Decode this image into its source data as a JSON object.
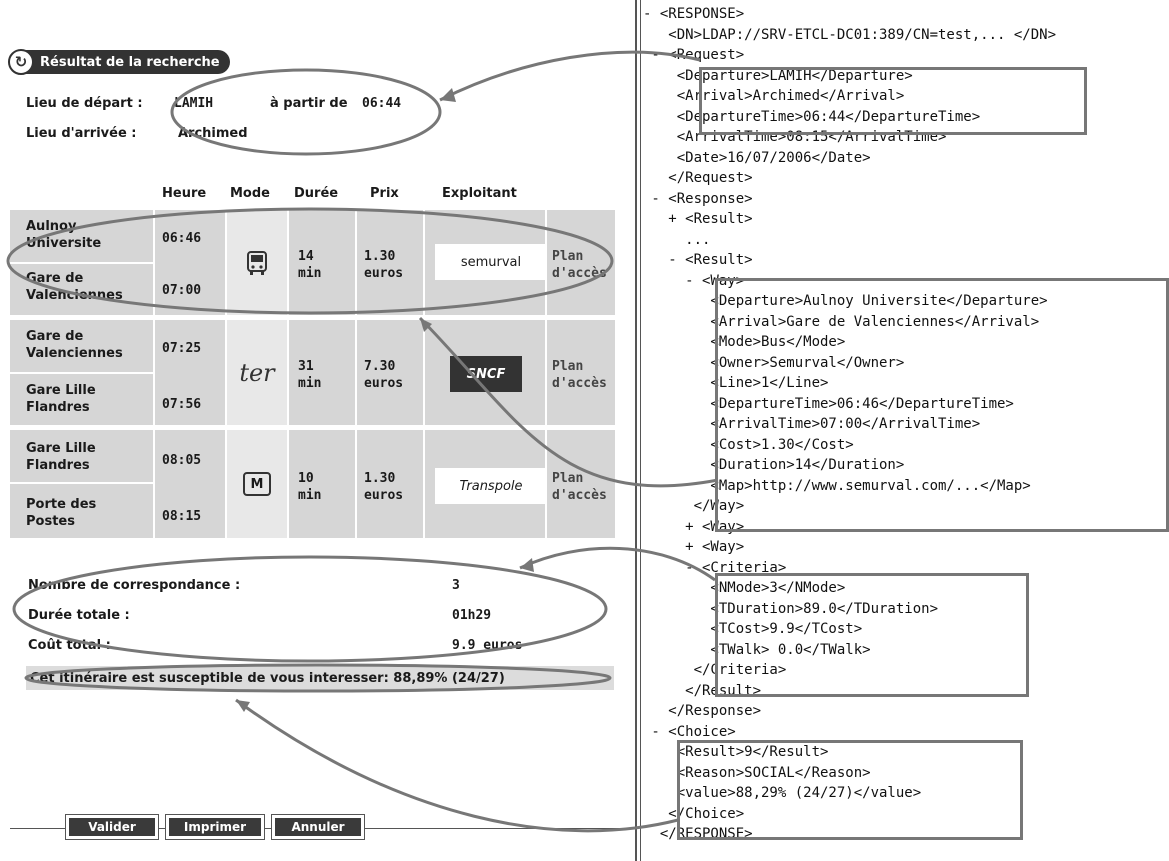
{
  "left": {
    "title": "Résultat de la recherche",
    "departure_label": "Lieu de départ :",
    "departure_value": "LAMIH",
    "from_label": "à partir de",
    "from_value": "06:44",
    "arrival_label": "Lieu d'arrivée :",
    "arrival_value": "Archimed",
    "columns": [
      "Heure",
      "Mode",
      "Durée",
      "Prix",
      "Exploitant"
    ],
    "legs": [
      {
        "from": "Aulnoy Universite",
        "from_time": "06:46",
        "to": "Gare de Valenciennes",
        "to_time": "07:00",
        "mode_icon": "bus-icon",
        "duration": "14 min",
        "price": "1.30 euros",
        "operator": "semurval",
        "map_link": "Plan d'accès"
      },
      {
        "from": "Gare de Valenciennes",
        "from_time": "07:25",
        "to": "Gare Lille Flandres",
        "to_time": "07:56",
        "mode_icon": "ter-train-icon",
        "mode_text": "ter",
        "duration": "31 min",
        "price": "7.30 euros",
        "operator": "SNCF",
        "map_link": "Plan d'accès"
      },
      {
        "from": "Gare Lille Flandres",
        "from_time": "08:05",
        "to": "Porte des Postes",
        "to_time": "08:15",
        "mode_icon": "metro-icon",
        "mode_text": "M",
        "duration": "10 min",
        "price": "1.30 euros",
        "operator": "Transpole",
        "map_link": "Plan d'accès"
      }
    ],
    "summary": [
      {
        "label": "Nombre de correspondance :",
        "value": "3"
      },
      {
        "label": "Durée totale :",
        "value": "01h29"
      },
      {
        "label": "Coût total :",
        "value": "9.9 euros"
      }
    ],
    "interest": "Cet itinéraire est susceptible de vous interesser:  88,89% (24/27)",
    "buttons": {
      "validate": "Valider",
      "print": "Imprimer",
      "cancel": "Annuler"
    }
  },
  "xml_lines": [
    "- <RESPONSE>",
    "   <DN>LDAP://SRV-ETCL-DC01:389/CN=test,... </DN>",
    " - <Request>",
    "    <Departure>LAMIH</Departure>",
    "    <Arrival>Archimed</Arrival>",
    "    <DepartureTime>06:44</DepartureTime>",
    "    <ArrivalTime>08:15</ArrivalTime>",
    "    <Date>16/07/2006</Date>",
    "   </Request>",
    " - <Response>",
    "   + <Result>",
    "     ...",
    "   - <Result>",
    "     - <Way>",
    "        <Departure>Aulnoy Universite</Departure>",
    "        <Arrival>Gare de Valenciennes</Arrival>",
    "        <Mode>Bus</Mode>",
    "        <Owner>Semurval</Owner>",
    "        <Line>1</Line>",
    "        <DepartureTime>06:46</DepartureTime>",
    "        <ArrivalTime>07:00</ArrivalTime>",
    "        <Cost>1.30</Cost>",
    "        <Duration>14</Duration>",
    "        <Map>http://www.semurval.com/...</Map>",
    "      </Way>",
    "     + <Way>",
    "     + <Way>",
    "     - <Criteria>",
    "        <NMode>3</NMode>",
    "        <TDuration>89.0</TDuration>",
    "        <TCost>9.9</TCost>",
    "        <TWalk> 0.0</TWalk>",
    "      </Criteria>",
    "     </Result>",
    "   </Response>",
    " - <Choice>",
    "    <Result>9</Result>",
    "    <Reason>SOCIAL</Reason>",
    "    <value>88,29% (24/27)</value>",
    "   </Choice>",
    "  </RESPONSE>"
  ]
}
